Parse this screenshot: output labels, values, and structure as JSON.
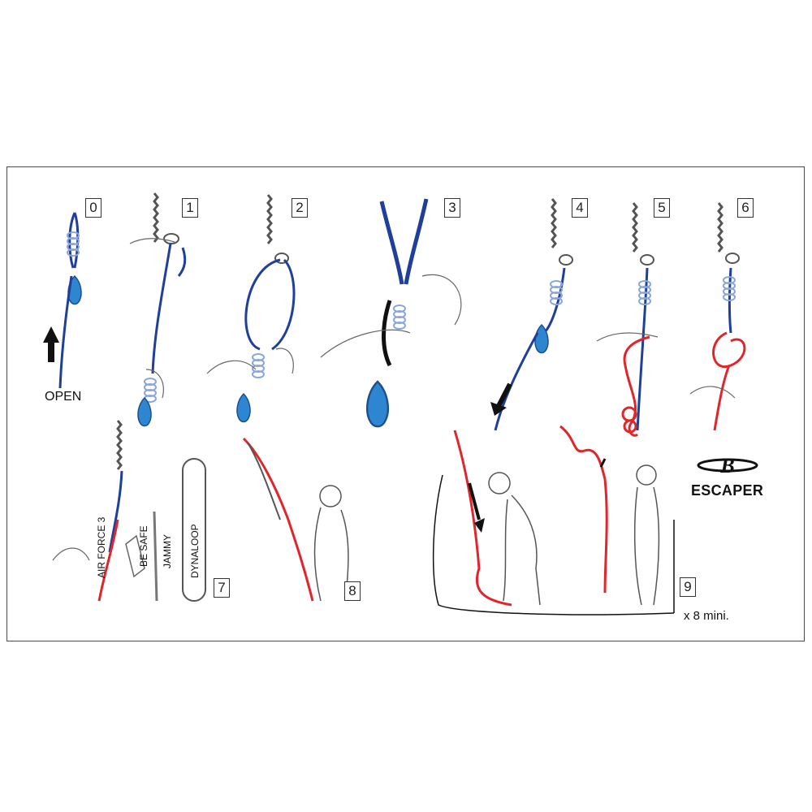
{
  "steps": [
    "0",
    "1",
    "2",
    "3",
    "4",
    "5",
    "6",
    "7",
    "8",
    "9"
  ],
  "labels": {
    "open": "OPEN",
    "air_force": "AIR FORCE 3",
    "be_safe": "BE SAFE",
    "jammy": "JAMMY",
    "dynaloop": "DYNALOOP",
    "escaper": "ESCAPER",
    "mini": "x 8 mini."
  },
  "colors": {
    "rope_blue": "#1f3f9a",
    "rope_red": "#e0262b",
    "line": "#555555",
    "sling_blue": "#3d8fd0"
  },
  "icons": [
    "up-arrow-icon",
    "down-arrow-icon",
    "beal-logo-icon"
  ]
}
